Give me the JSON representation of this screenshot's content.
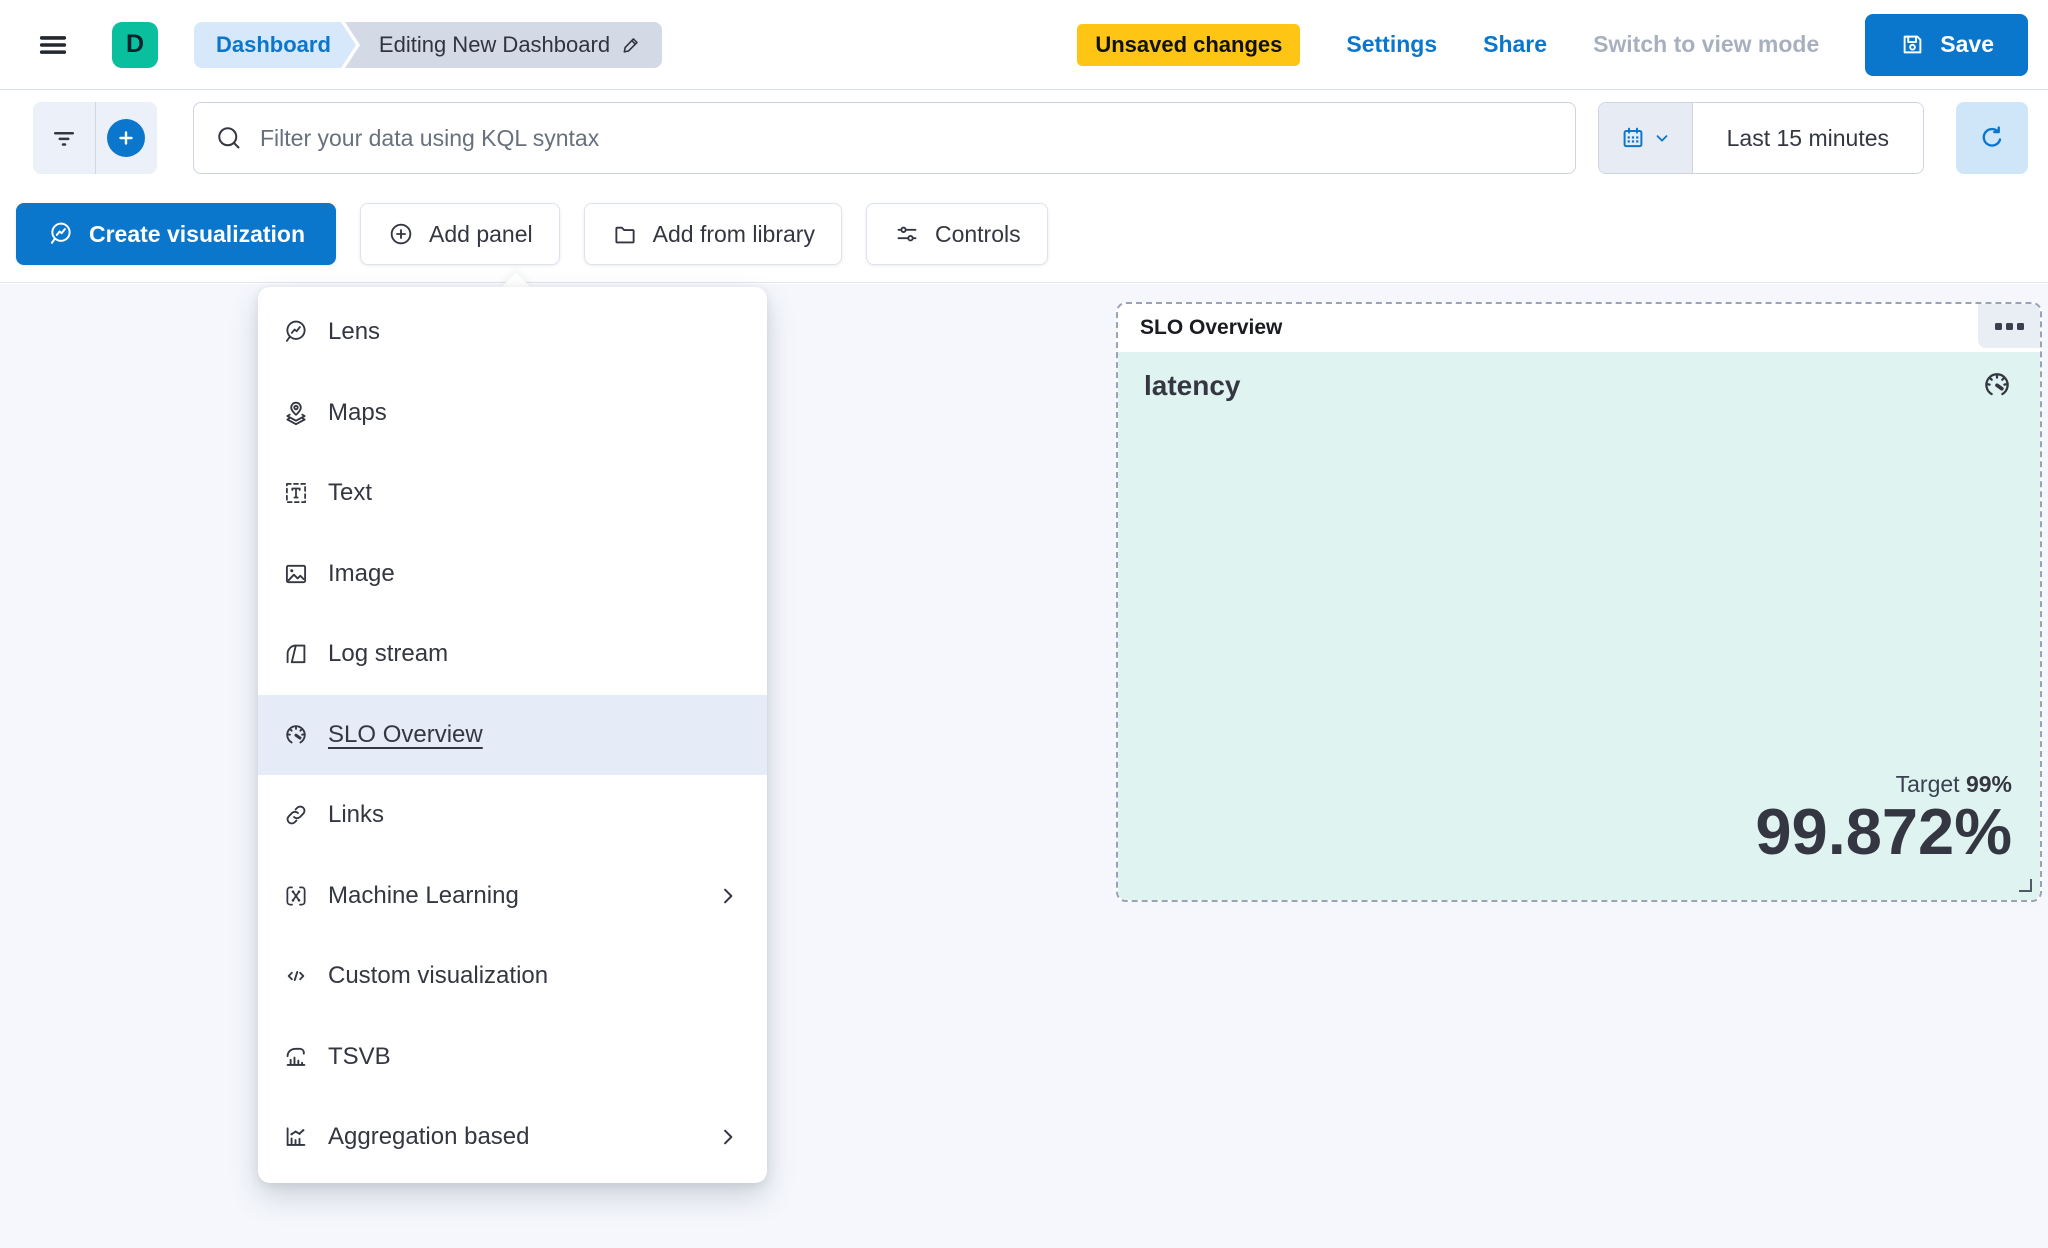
{
  "colors": {
    "primary_blue": "#0b77cc",
    "warning_yellow": "#fec514",
    "logo_teal": "#0abf9e",
    "panel_body_teal": "#dff3f0",
    "menu_selected_bg": "#e6ecf7",
    "text_dark": "#343741"
  },
  "header": {
    "logo_letter": "D",
    "breadcrumbs": [
      {
        "label": "Dashboard"
      },
      {
        "label": "Editing New Dashboard"
      }
    ],
    "unsaved_badge": "Unsaved changes",
    "settings_label": "Settings",
    "share_label": "Share",
    "view_mode_label": "Switch to view mode",
    "save_label": "Save"
  },
  "filter_bar": {
    "search_placeholder": "Filter your data using KQL syntax",
    "time_range": "Last 15 minutes"
  },
  "toolbar": {
    "create_visualization_label": "Create visualization",
    "add_panel_label": "Add panel",
    "add_from_library_label": "Add from library",
    "controls_label": "Controls"
  },
  "add_panel_menu": {
    "items": [
      {
        "label": "Lens",
        "icon": "lens-icon",
        "selected": false,
        "has_submenu": false
      },
      {
        "label": "Maps",
        "icon": "maps-icon",
        "selected": false,
        "has_submenu": false
      },
      {
        "label": "Text",
        "icon": "text-icon",
        "selected": false,
        "has_submenu": false
      },
      {
        "label": "Image",
        "icon": "image-icon",
        "selected": false,
        "has_submenu": false
      },
      {
        "label": "Log stream",
        "icon": "log-stream-icon",
        "selected": false,
        "has_submenu": false
      },
      {
        "label": "SLO Overview",
        "icon": "gauge-icon",
        "selected": true,
        "has_submenu": false
      },
      {
        "label": "Links",
        "icon": "link-icon",
        "selected": false,
        "has_submenu": false
      },
      {
        "label": "Machine Learning",
        "icon": "machine-learning-icon",
        "selected": false,
        "has_submenu": true
      },
      {
        "label": "Custom visualization",
        "icon": "code-icon",
        "selected": false,
        "has_submenu": false
      },
      {
        "label": "TSVB",
        "icon": "tsvb-icon",
        "selected": false,
        "has_submenu": false
      },
      {
        "label": "Aggregation based",
        "icon": "aggregation-icon",
        "selected": false,
        "has_submenu": true
      }
    ]
  },
  "slo_panel": {
    "title": "SLO Overview",
    "metric_name": "latency",
    "target_label": "Target",
    "target_value": "99%",
    "value": "99.872%"
  }
}
